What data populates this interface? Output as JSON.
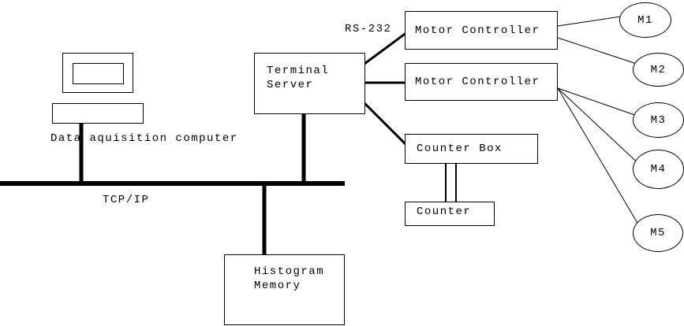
{
  "diagram": {
    "colors": {
      "background": "#ffffff",
      "line": "#000000",
      "text": "#000000"
    },
    "labels": {
      "computer": "Data aquisition computer",
      "bus": "TCP/IP",
      "protocol": "RS-232"
    },
    "nodes": {
      "terminal_server": {
        "line1": "Terminal",
        "line2": "Server"
      },
      "motor_controller_1": {
        "label": "Motor Controller"
      },
      "motor_controller_2": {
        "label": "Motor Controller"
      },
      "counter_box": {
        "label": "Counter Box"
      },
      "counter": {
        "label": "Counter"
      },
      "histogram_memory": {
        "line1": "Histogram",
        "line2": "Memory"
      }
    },
    "motors": [
      {
        "label": "M1"
      },
      {
        "label": "M2"
      },
      {
        "label": "M3"
      },
      {
        "label": "M4"
      },
      {
        "label": "M5"
      }
    ]
  }
}
